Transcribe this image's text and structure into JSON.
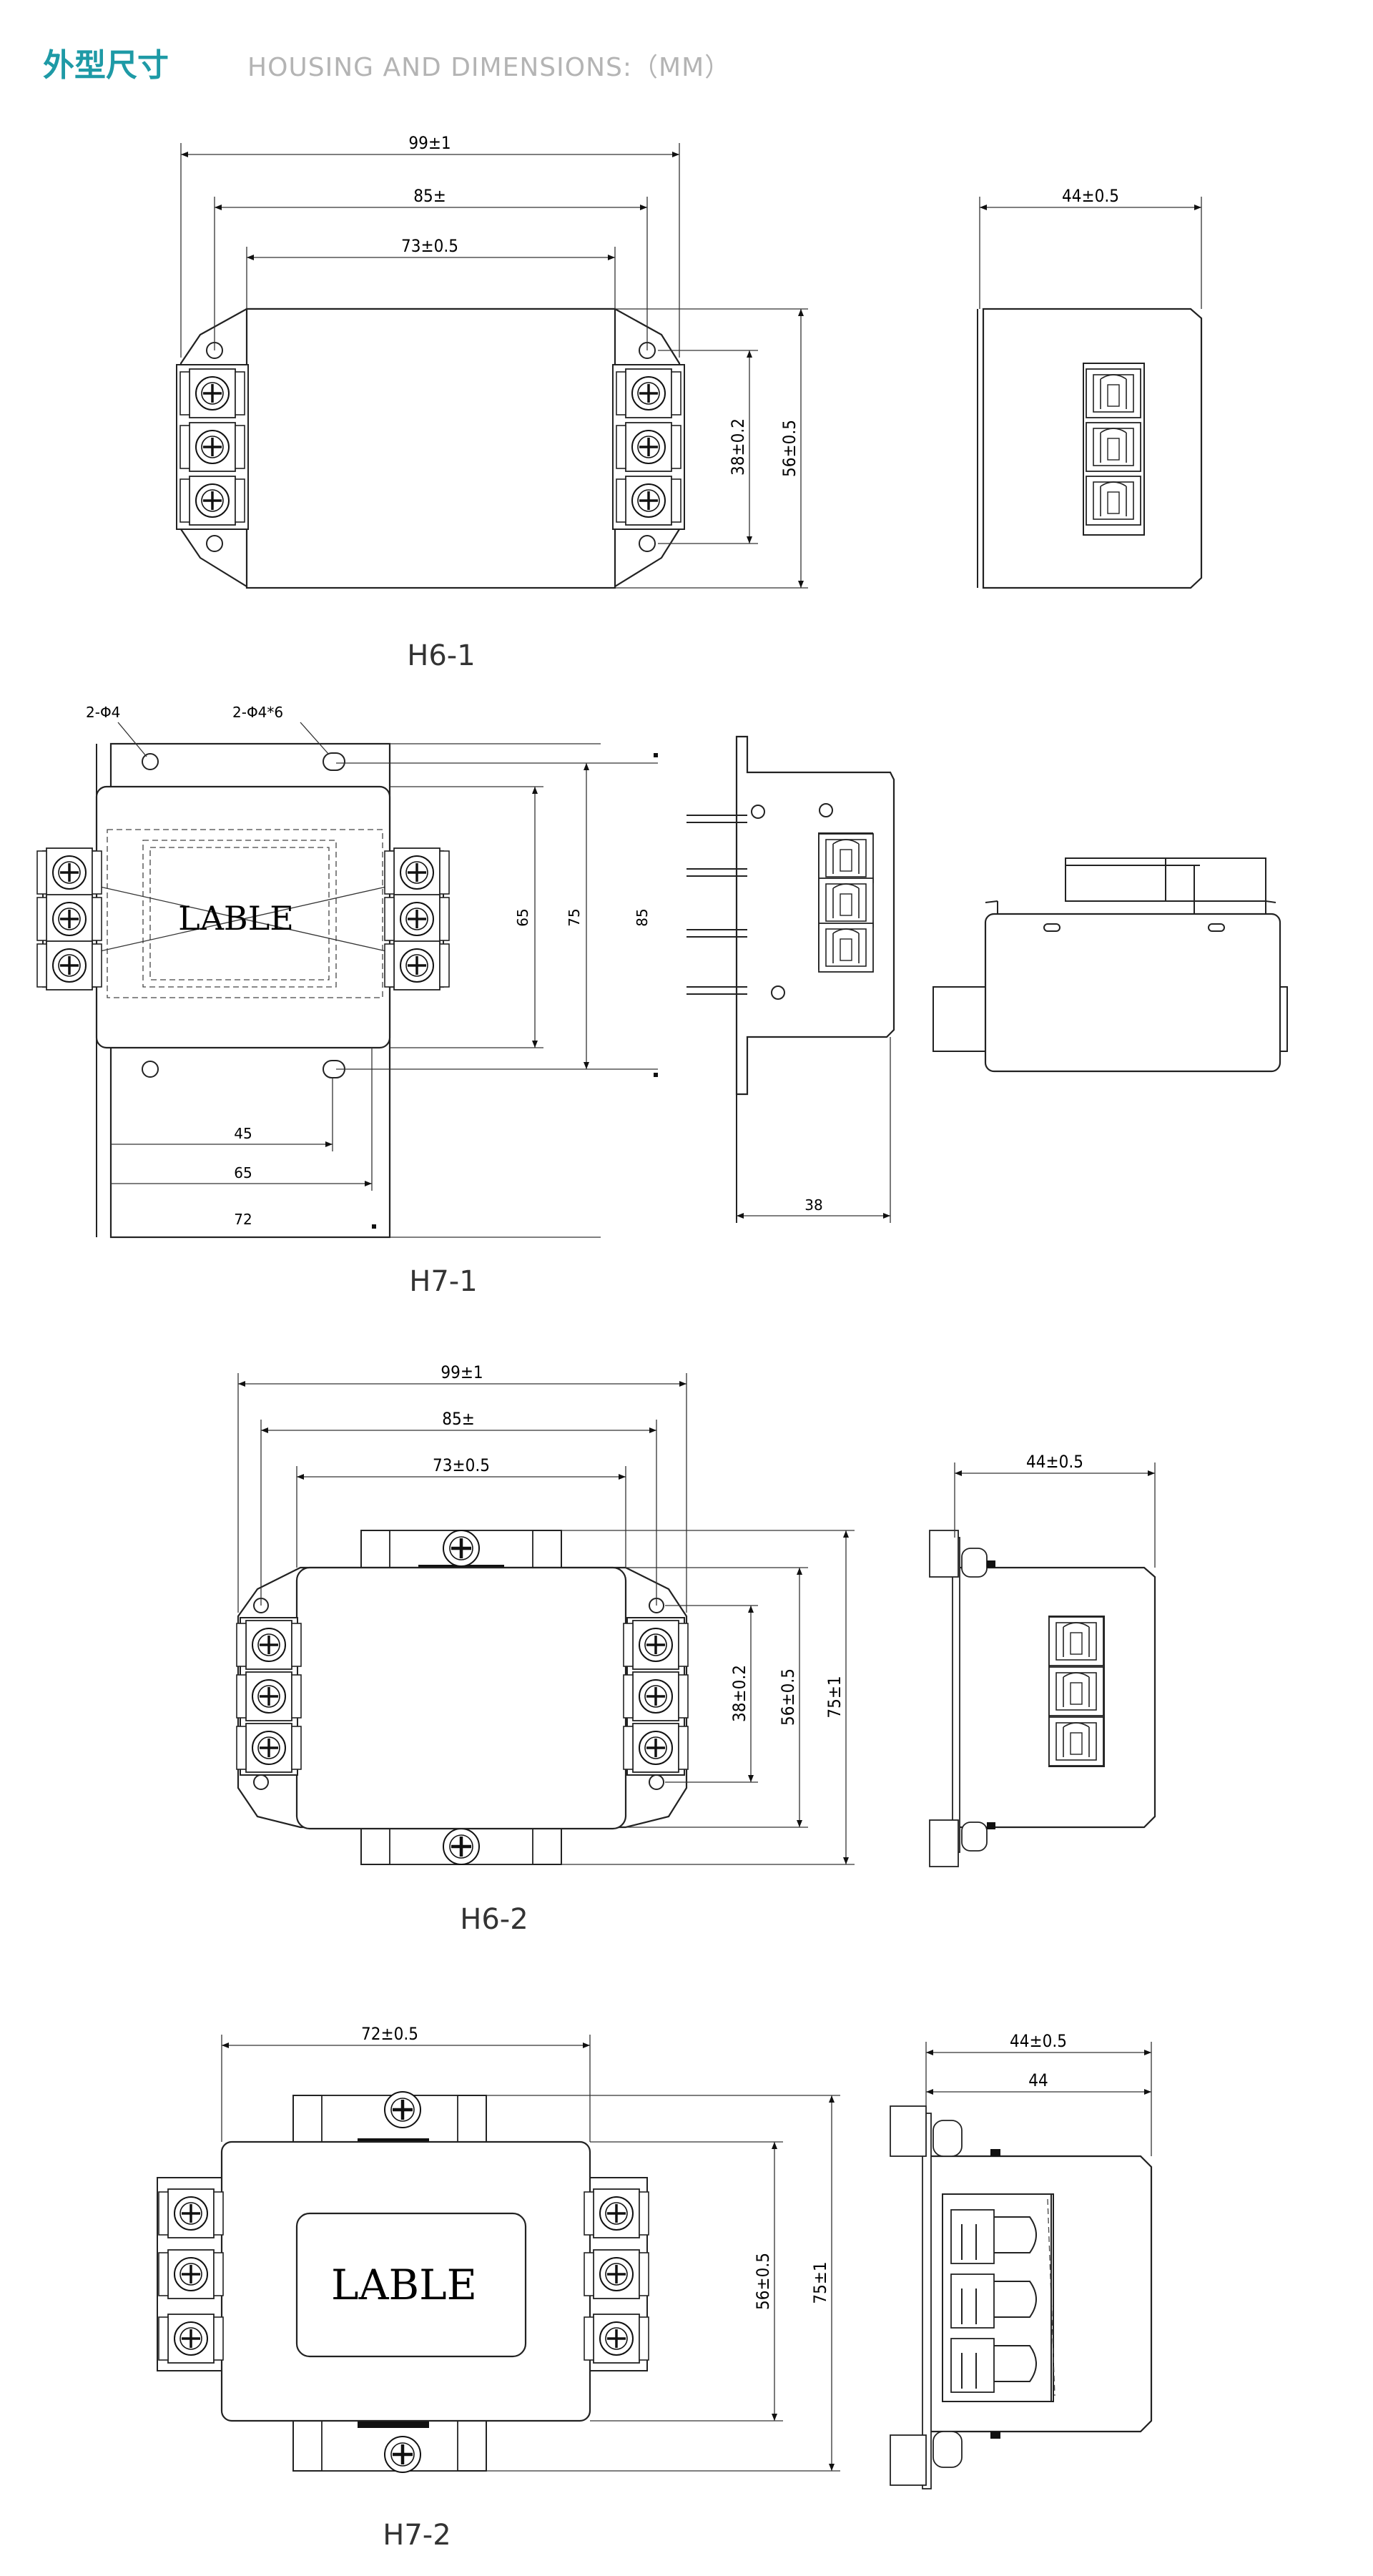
{
  "header": {
    "title_cn": "外型尺寸",
    "title_en": "HOUSING AND DIMENSIONS:（MM）"
  },
  "diagrams": {
    "h6_1": {
      "caption": "H6-1",
      "dims": {
        "overall": "99±1",
        "mount": "85±",
        "body": "73±0.5",
        "depth": "44±0.5",
        "hole_pitch": "38±0.2",
        "height": "56±0.5"
      }
    },
    "h7_1": {
      "caption": "H7-1",
      "holes_a": "2-Φ4",
      "holes_b": "2-Φ4*6",
      "label": "LABLE",
      "dims": {
        "d45": "45",
        "d65": "65",
        "d72": "72",
        "v65": "65",
        "v75": "75",
        "v85": "85",
        "depth": "38"
      }
    },
    "h6_2": {
      "caption": "H6-2",
      "dims": {
        "overall": "99±1",
        "mount": "85±",
        "body": "73±0.5",
        "depth": "44±0.5",
        "hole_pitch": "38±0.2",
        "height": "56±0.5",
        "total": "75±1"
      }
    },
    "h7_2": {
      "caption": "H7-2",
      "label": "LABLE",
      "dims": {
        "width": "72±0.5",
        "height": "56±0.5",
        "total": "75±1",
        "depth_tol": "44±0.5",
        "depth": "44"
      }
    }
  }
}
